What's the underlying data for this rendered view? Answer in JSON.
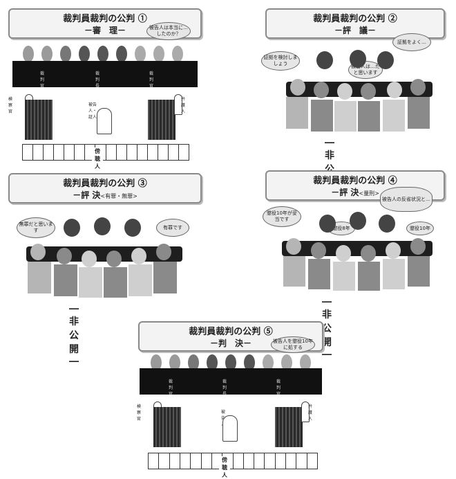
{
  "panels": [
    {
      "title": "裁判員裁判の公判 ①",
      "subtitle": "－審　理－",
      "sub_small": "",
      "bubble": "被告人は本当に…したのか？",
      "bench_labels": [
        "裁判官",
        "裁判長",
        "裁判官"
      ],
      "left_label": "検察官",
      "right_label": "弁護人",
      "center_label": "被告人・証人",
      "gallery": "傍 聴 人"
    },
    {
      "title": "裁判員裁判の公判 ②",
      "subtitle": "－評　議－",
      "bubbles": [
        "証拠を検討しましょう",
        "被告人は…だと思います",
        "証拠をよく…"
      ],
      "caption": "― 非公開 ―"
    },
    {
      "title": "裁判員裁判の公判 ③",
      "subtitle": "－評 決",
      "sub_small": "<有罪・無罪>",
      "bubbles": [
        "無罪だと思います",
        "有罪です"
      ],
      "caption": "― 非公開 ―"
    },
    {
      "title": "裁判員裁判の公判 ④",
      "subtitle": "－評 決",
      "sub_small": "<量刑>",
      "bubbles": [
        "懲役10年が妥当です",
        "懲役8年",
        "被告人の反省状況と…",
        "懲役10年"
      ],
      "caption": "― 非公開 ―"
    },
    {
      "title": "裁判員裁判の公判 ⑤",
      "subtitle": "－判　決－",
      "sub_small": "",
      "bubble": "被告人を懲役10年に処する",
      "bench_labels": [
        "裁判官",
        "裁判長",
        "裁判官"
      ],
      "left_label": "検察官",
      "right_label": "弁護人",
      "center_label": "被告人",
      "gallery": "傍 聴 人"
    }
  ],
  "colors": {
    "bench": "#111111",
    "judge_dark": "#555555",
    "judge_light": "#9a9a9a",
    "person_a": "#b5b5b5",
    "person_b": "#8a8a8a",
    "person_c": "#d0d0d0"
  }
}
